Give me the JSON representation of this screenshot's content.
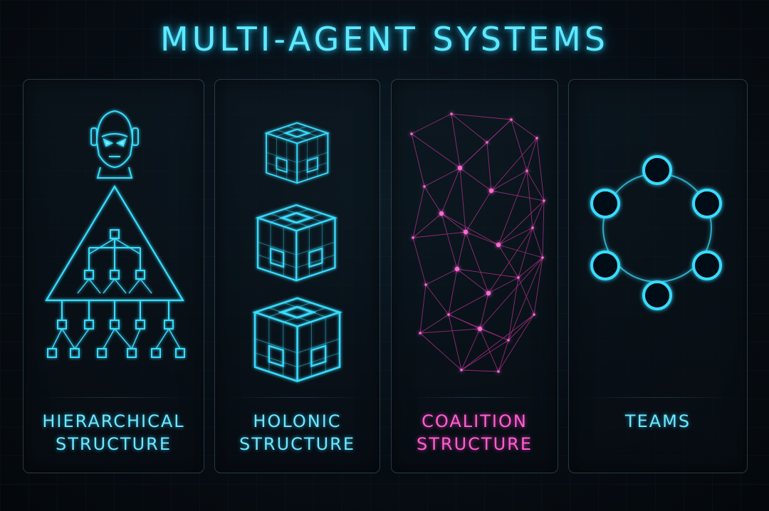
{
  "title": "MULTI-AGENT SYSTEMS",
  "colors": {
    "accent_cyan": "#5fe8ff",
    "accent_pink": "#ff5fd0",
    "background": "#070d14"
  },
  "panels": [
    {
      "line1": "HIERARCHICAL",
      "line2": "STRUCTURE",
      "icon": "robot-pyramid-hierarchy-icon"
    },
    {
      "line1": "HOLONIC",
      "line2": "STRUCTURE",
      "icon": "stacked-cubes-icon"
    },
    {
      "line1": "COALITION",
      "line2": "STRUCTURE",
      "icon": "node-network-icon"
    },
    {
      "line1": "TEAMS",
      "line2": "",
      "icon": "ring-of-nodes-icon"
    }
  ]
}
